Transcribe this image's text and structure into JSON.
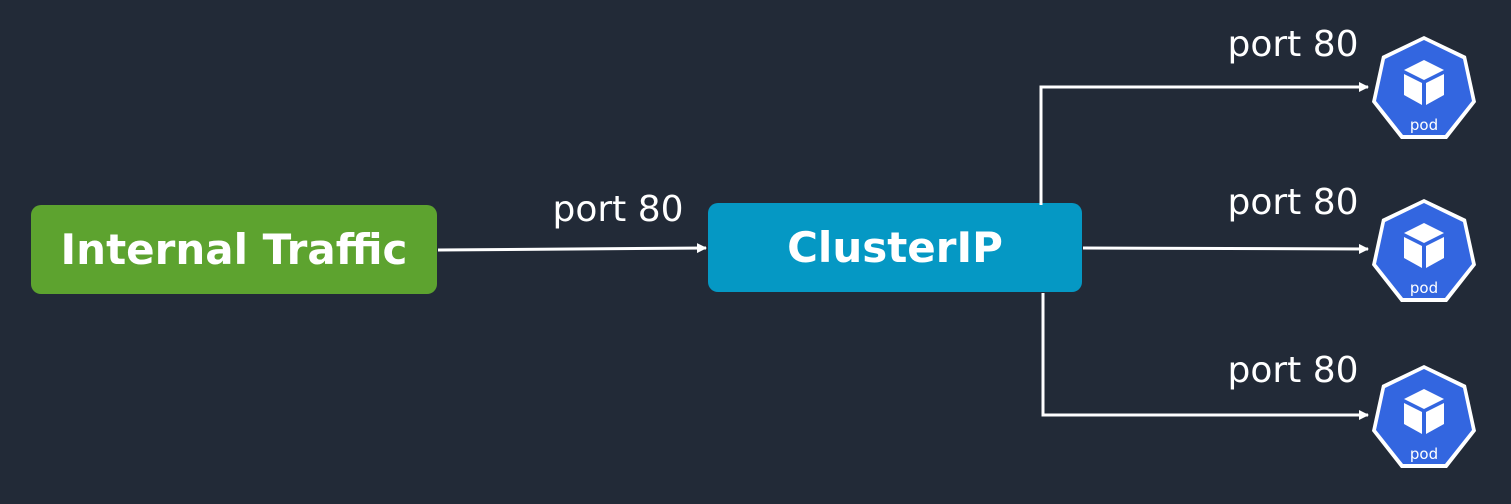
{
  "source": {
    "label": "Internal Traffic",
    "color": "#5da32f"
  },
  "service": {
    "label": "ClusterIP",
    "color": "#0598c4"
  },
  "ingress_port": "port 80",
  "pods": [
    {
      "label": "pod",
      "port": "port 80"
    },
    {
      "label": "pod",
      "port": "port 80"
    },
    {
      "label": "pod",
      "port": "port 80"
    }
  ],
  "colors": {
    "background": "#222a37",
    "pod_fill": "#3366e0",
    "line": "#ffffff",
    "text": "#ffffff"
  }
}
